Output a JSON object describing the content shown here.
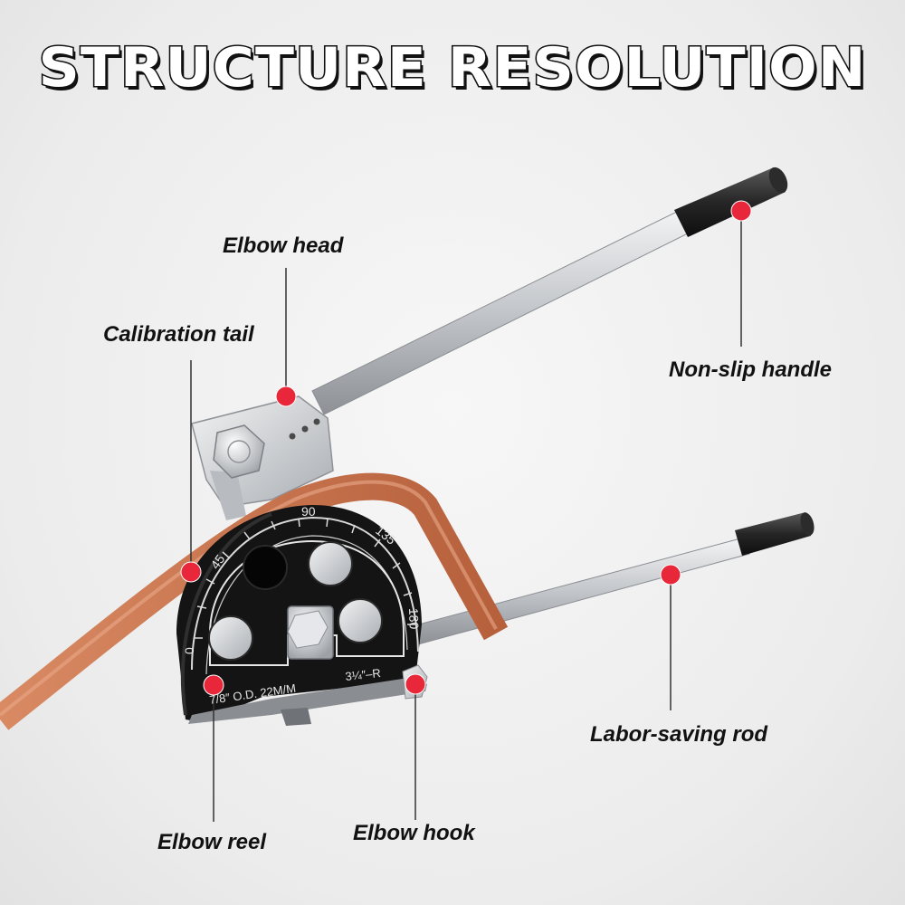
{
  "title": "STRUCTURE RESOLUTION",
  "labels": {
    "elbow_head": "Elbow head",
    "calibration_tail": "Calibration tail",
    "non_slip_handle": "Non-slip handle",
    "labor_saving_rod": "Labor-saving rod",
    "elbow_reel": "Elbow reel",
    "elbow_hook": "Elbow hook"
  },
  "dial": {
    "marks": [
      "0",
      "45",
      "90",
      "135",
      "180"
    ],
    "size_text": "7/8″ O.D. 22M/M",
    "radius_text": "3¼″–R"
  },
  "colors": {
    "marker": "#e8283a",
    "copper": "#c9744e",
    "die_black": "#141414",
    "steel": "#c9ccd0"
  }
}
